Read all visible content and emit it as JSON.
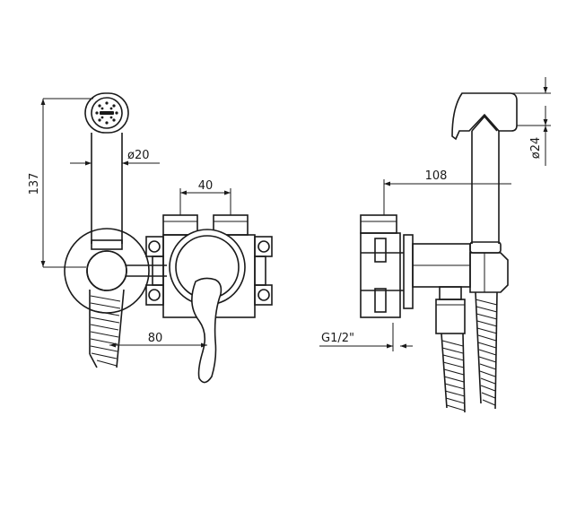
{
  "dimensions": {
    "height_total": "137",
    "hose_dia": "ø20",
    "inlet_spacing": "40",
    "handle_offset": "80",
    "depth": "108",
    "head_dia": "ø24",
    "thread": "G1/2\""
  },
  "colors": {
    "line": "#1a1a1a",
    "background": "#ffffff"
  }
}
